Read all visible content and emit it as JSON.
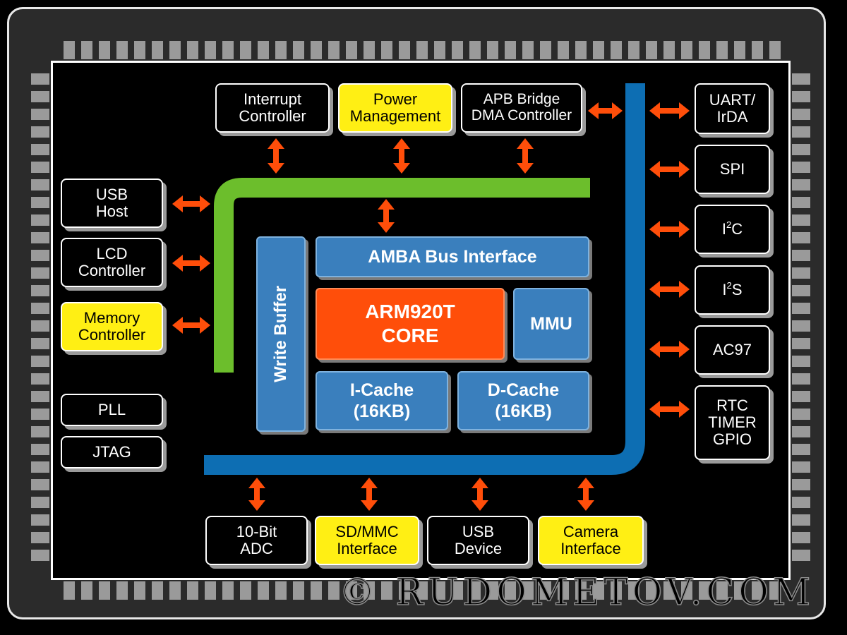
{
  "blocks": {
    "interrupt_controller": "Interrupt\nController",
    "power_management": "Power\nManagement",
    "apb_bridge_dma": "APB Bridge\nDMA Controller",
    "usb_host": "USB\nHost",
    "lcd_controller": "LCD\nController",
    "memory_controller": "Memory\nController",
    "pll": "PLL",
    "jtag": "JTAG",
    "uart_irda": "UART/\nIrDA",
    "spi": "SPI",
    "i2c_base": "I",
    "i2c_sup": "2",
    "i2c_tail": "C",
    "i2s_base": "I",
    "i2s_sup": "2",
    "i2s_tail": "S",
    "ac97": "AC97",
    "rtc_timer_gpio": "RTC\nTIMER\nGPIO",
    "adc": "10-Bit\nADC",
    "sd_mmc": "SD/MMC\nInterface",
    "usb_device": "USB\nDevice",
    "camera": "Camera\nInterface"
  },
  "core": {
    "amba": "AMBA Bus Interface",
    "arm_core": "ARM920T\nCORE",
    "mmu": "MMU",
    "write_buffer": "Write Buffer",
    "icache": "I-Cache\n(16KB)",
    "dcache": "D-Cache\n(16KB)"
  },
  "watermark": "© RUDOMETOV.COM",
  "colors": {
    "highlight": "#ffef14",
    "core": "#ff4e0a",
    "core_block": "#3a7fbd",
    "ahb_bus": "#6cbe2c",
    "apb_bus": "#0d6eb3",
    "arrow": "#ff4e0a"
  }
}
